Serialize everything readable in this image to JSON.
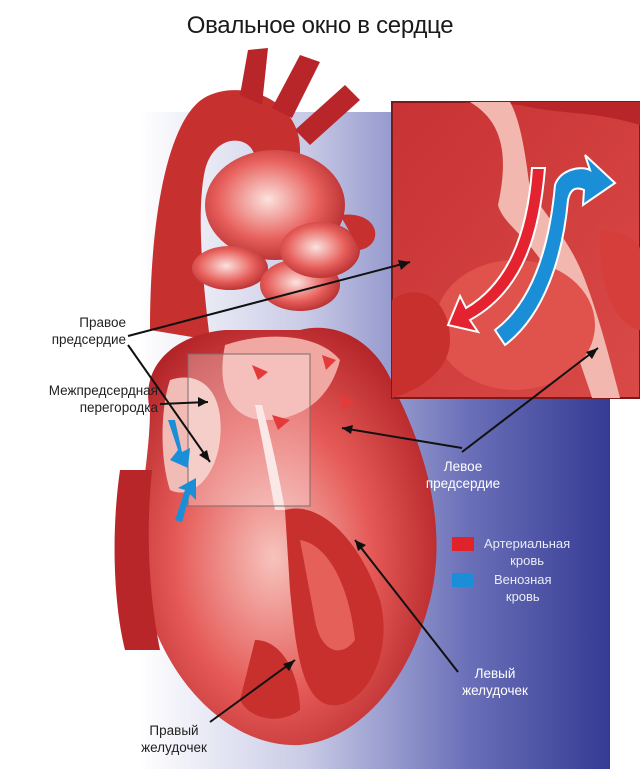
{
  "title": "Овальное окно в сердце",
  "labels": {
    "right_atrium": [
      "Правое",
      "предсердие"
    ],
    "septum": [
      "Межпредсердная",
      "перегородка"
    ],
    "left_atrium": [
      "Левое",
      "предсердие"
    ],
    "left_ventricle": [
      "Левый",
      "желудочек"
    ],
    "right_ventricle": [
      "Правый",
      "желудочек"
    ]
  },
  "legend": {
    "arterial": {
      "line1": "Артериальная",
      "line2": "кровь",
      "color": "#e0232b"
    },
    "venous": {
      "line1": "Венозная",
      "line2": "кровь",
      "color": "#1a8fd8"
    }
  },
  "colors": {
    "heart_dark": "#b8262a",
    "heart_mid": "#e2494a",
    "heart_light": "#f6b3ae",
    "background_gradient_end": "#3a3f96"
  }
}
